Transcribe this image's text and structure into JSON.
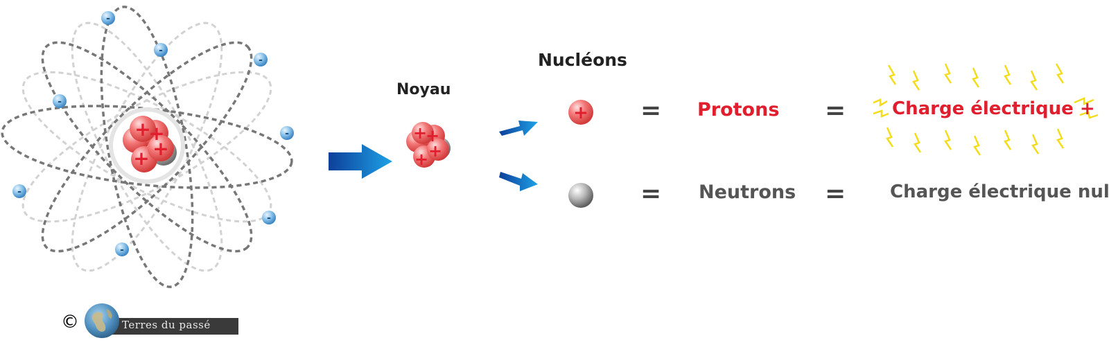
{
  "diagram": {
    "electron_sign": "-",
    "proton_sign": "+",
    "noyau_label": "Noyau",
    "nucleons_label": "Nucléons",
    "equals": "=",
    "protons_label": "Protons",
    "neutrons_label": "Neutrons",
    "charge_positive_label": "Charge électrique +",
    "charge_neutral_label": "Charge électrique nulle"
  },
  "watermark": {
    "copyright": "©",
    "brand": "Terres du passé"
  },
  "colors": {
    "proton_red": "#e01e2d",
    "neutron_gray": "#555555",
    "electron_blue": "#4f9bd6",
    "arrow_blue": "#1a6fd0",
    "orbit_dark": "#777777",
    "orbit_light": "#cfcfcf",
    "spark_yellow": "#f2dc1c"
  },
  "icons": {
    "atom": "atom-model-icon",
    "nucleus": "nucleus-icon",
    "proton": "proton-sphere-icon",
    "neutron": "neutron-sphere-icon",
    "arrow": "arrow-right-icon",
    "spark": "lightning-spark-icon",
    "logo": "globe-logo-icon"
  }
}
